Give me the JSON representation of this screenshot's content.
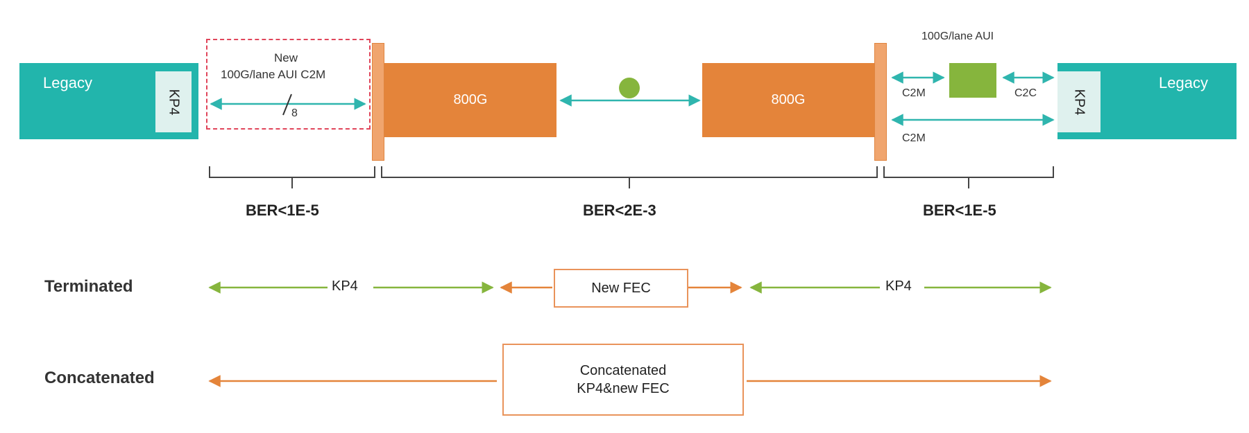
{
  "left": {
    "legacy_label": "Legacy",
    "kp4_label": "KP4",
    "new_aui_line1": "New",
    "new_aui_line2": "100G/lane AUI C2M",
    "lane_count": "8"
  },
  "middle": {
    "block_left_label": "800G",
    "block_right_label": "800G"
  },
  "right": {
    "aui_label": "100G/lane AUI",
    "c2m_upper_label": "C2M",
    "c2c_label": "C2C",
    "c2m_lower_label": "C2M",
    "kp4_label": "KP4",
    "legacy_label": "Legacy"
  },
  "ber": {
    "left": "BER<1E-5",
    "middle": "BER<2E-3",
    "right": "BER<1E-5"
  },
  "terminated": {
    "row_label": "Terminated",
    "left_kp4": "KP4",
    "new_fec": "New FEC",
    "right_kp4": "KP4"
  },
  "concatenated": {
    "row_label": "Concatenated",
    "box_line1": "Concatenated",
    "box_line2": "KP4&new FEC"
  },
  "colors": {
    "legacy": "#22b5ac",
    "module": "#e4843a",
    "teal_arrow": "#2fb5ae",
    "green_arrow": "#86b53d",
    "orange_arrow": "#e4843a",
    "dashed_border": "#e0455a"
  }
}
